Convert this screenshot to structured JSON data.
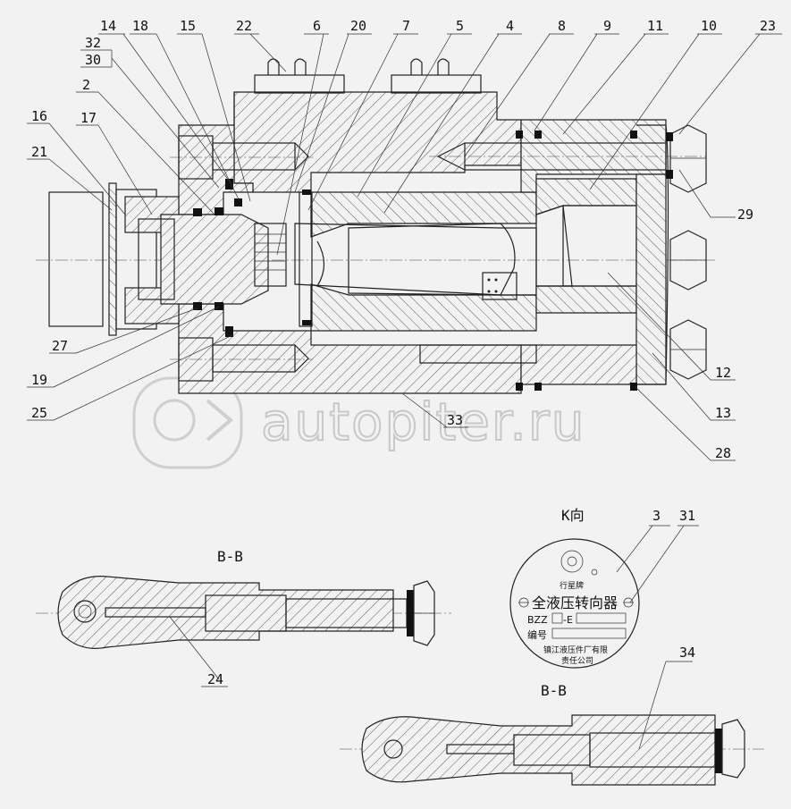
{
  "watermark": {
    "text": "autopiter.ru"
  },
  "part_labels": [
    "14",
    "18",
    "15",
    "22",
    "6",
    "20",
    "7",
    "5",
    "4",
    "8",
    "9",
    "11",
    "10",
    "23",
    "32",
    "30",
    "2",
    "16",
    "17",
    "21",
    "29",
    "27",
    "19",
    "25",
    "33",
    "12",
    "13",
    "28",
    "3",
    "31",
    "24",
    "34"
  ],
  "section_titles": {
    "bb_left": "B-B",
    "bb_right": "B-B",
    "k_view": "K向"
  },
  "nameplate": {
    "brand": "行星牌",
    "title": "全液压转向器",
    "model": "BZZ",
    "model_suffix": "-E",
    "serial_label": "编号",
    "maker_line1": "镇江液压件厂有限",
    "maker_line2": "责任公司"
  }
}
